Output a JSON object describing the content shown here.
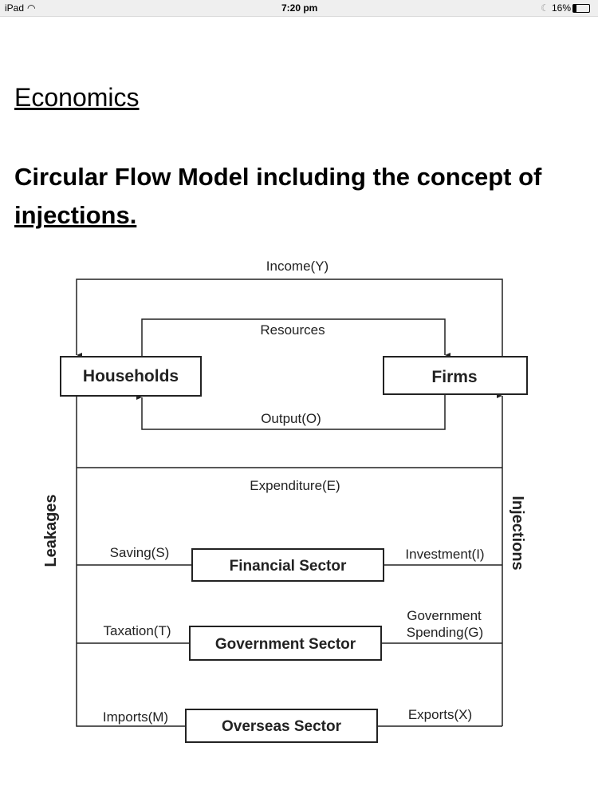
{
  "status_bar": {
    "device": "iPad",
    "time": "7:20 pm",
    "battery": "16%"
  },
  "document": {
    "heading": "Economics",
    "title_line1": "Circular Flow Model including the concept of",
    "title_line2": "injections."
  },
  "diagram": {
    "households": "Households",
    "firms": "Firms",
    "income": "Income(Y)",
    "resources": "Resources",
    "output": "Output(O)",
    "expenditure": "Expenditure(E)",
    "leakages": "Leakages",
    "injections": "Injections",
    "financial": "Financial Sector",
    "saving": "Saving(S)",
    "investment": "Investment(I)",
    "government": "Government Sector",
    "taxation": "Taxation(T)",
    "gov_spending_1": "Government",
    "gov_spending_2": "Spending(G)",
    "overseas": "Overseas Sector",
    "imports": "Imports(M)",
    "exports": "Exports(X)"
  }
}
